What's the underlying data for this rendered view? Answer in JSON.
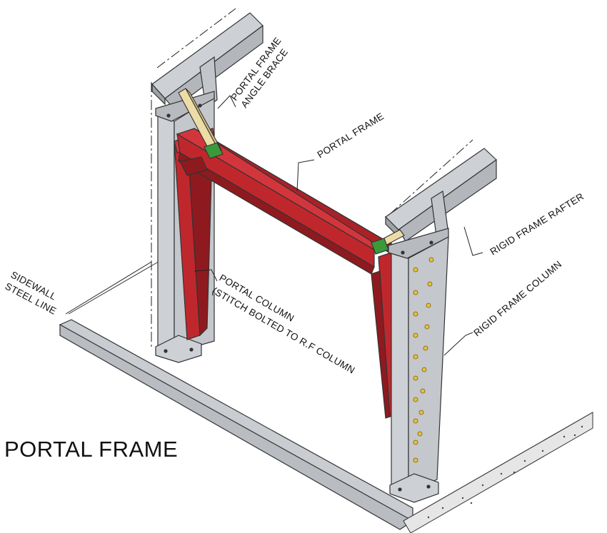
{
  "title": "PORTAL FRAME",
  "labels": {
    "angle_brace_line1": "PORTAL FRAME",
    "angle_brace_line2": "ANGLE BRACE",
    "portal_frame": "PORTAL FRAME",
    "rafter": "RIGID FRAME RAFTER",
    "rf_column": "RIGID FRAME COLUMN",
    "portal_column_line1": "PORTAL COLUMN",
    "portal_column_line2": "(STITCH BOLTED TO R.F COLUMN",
    "sidewall_line1": "SIDEWALL",
    "sidewall_line2": "STEEL LINE"
  },
  "colors": {
    "steel": "#cdd0d4",
    "steel_dark": "#9ea2a7",
    "portal_red": "#c0272d",
    "portal_red_dark": "#8e1a1f",
    "brace": "#ecdca6",
    "plate_green": "#3a9a3a",
    "bolt_yellow": "#e7c23a"
  }
}
